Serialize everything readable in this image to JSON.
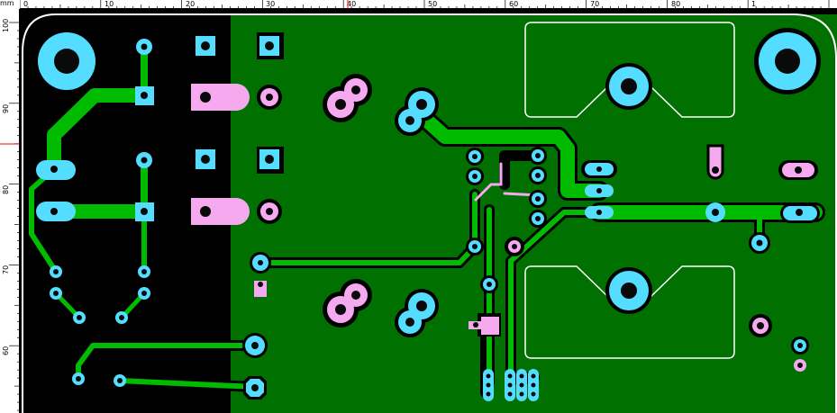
{
  "ruler": {
    "unit": "mm",
    "top_labels": [
      "0",
      "10",
      "20",
      "30",
      "40",
      "50",
      "60",
      "70",
      "80",
      "1"
    ],
    "left_labels": [
      "100",
      "90",
      "80",
      "70",
      "60"
    ]
  },
  "colors": {
    "board_background": "#000000",
    "copper_pour": "#007000",
    "track": "#00bb00",
    "pad_cyan": "#55ddff",
    "pad_pink": "#f5aaef",
    "drill_hole": "#0a0a0a",
    "outline": "#ffffff",
    "ruler_marker": "#ff0000"
  }
}
